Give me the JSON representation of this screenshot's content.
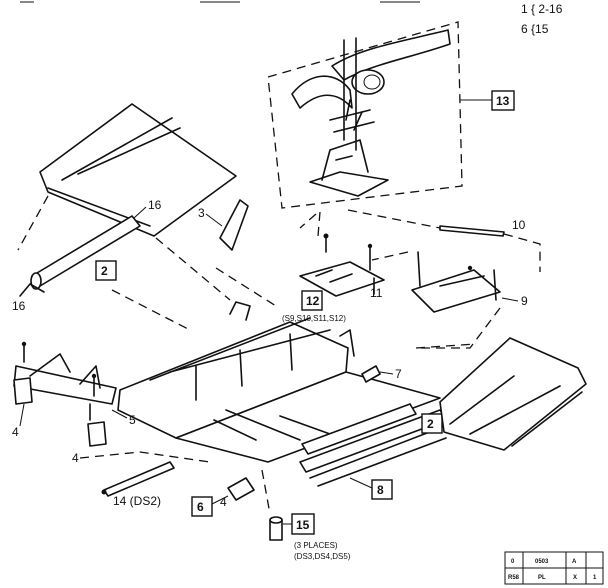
{
  "header": {
    "note_line_1": "1 { 2-16",
    "note_line_2": "6 {15"
  },
  "callouts": {
    "c2a": "2",
    "c2b": "2",
    "c3": "3",
    "c4a": "4",
    "c4b": "4",
    "c4c": "4",
    "c5": "5",
    "c6": "6",
    "c7": "7",
    "c8": "8",
    "c9": "9",
    "c10": "10",
    "c11": "11",
    "c12": "12",
    "c13": "13",
    "c14": "14 (DS2)",
    "c15": "15",
    "c16a": "16",
    "c16b": "16"
  },
  "notes": {
    "switches_12": "(S9,S10,S11,S12)",
    "places_15": "(3 PLACES)",
    "sensors_15": "(DS3,DS4,DS5)"
  },
  "title_block": {
    "r1c1": "0",
    "r1c2": "0503",
    "r1c3": "A",
    "r1c4": "",
    "r2c1": "R58",
    "r2c2": "PL",
    "r2c3": "X",
    "r2c4": "1"
  }
}
